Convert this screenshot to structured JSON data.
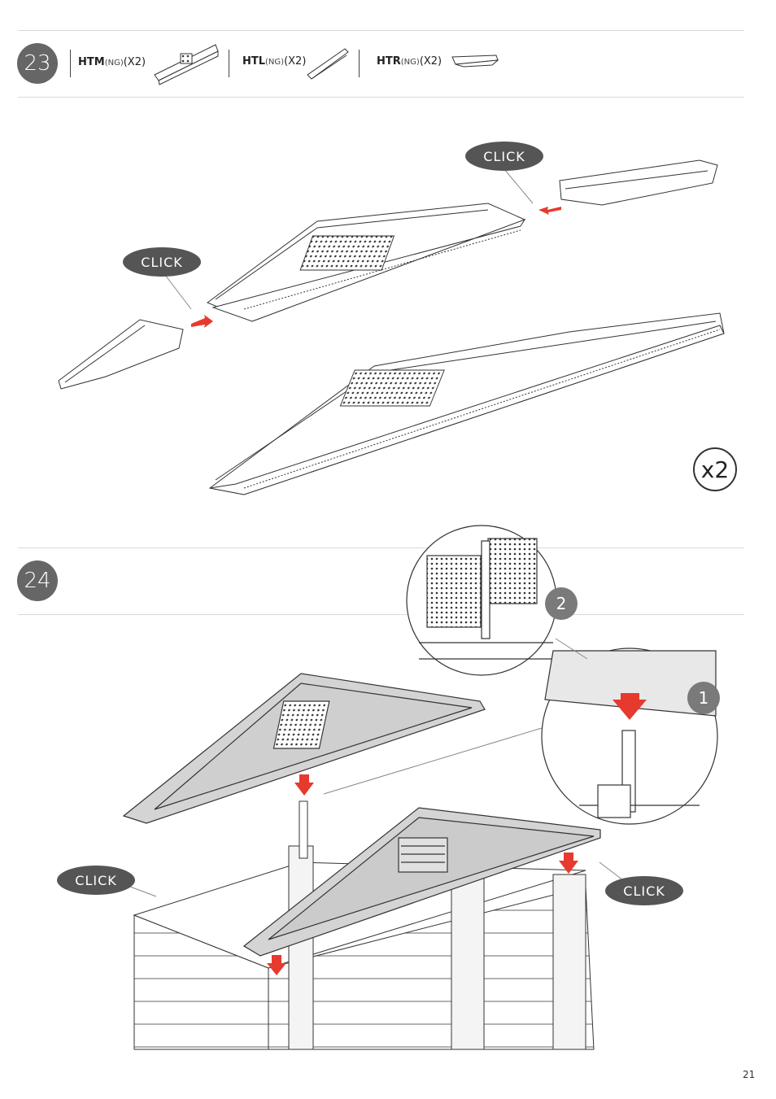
{
  "step23": {
    "number": "23",
    "parts": [
      {
        "code": "HTM",
        "ng": "(NG)",
        "qty": "(X2)"
      },
      {
        "code": "HTL",
        "ng": "(NG)",
        "qty": "(X2)"
      },
      {
        "code": "HTR",
        "ng": "(NG)",
        "qty": "(X2)"
      }
    ],
    "click_top": "CLICK",
    "click_left": "CLICK",
    "multiplier": "x2"
  },
  "step24": {
    "number": "24",
    "badge_1": "1",
    "badge_2": "2",
    "click_left": "CLICK",
    "click_right": "CLICK"
  },
  "page_number": "21",
  "colors": {
    "arrow": "#e63a2e",
    "pill": "#555555",
    "panel": "#d4d4d4"
  }
}
